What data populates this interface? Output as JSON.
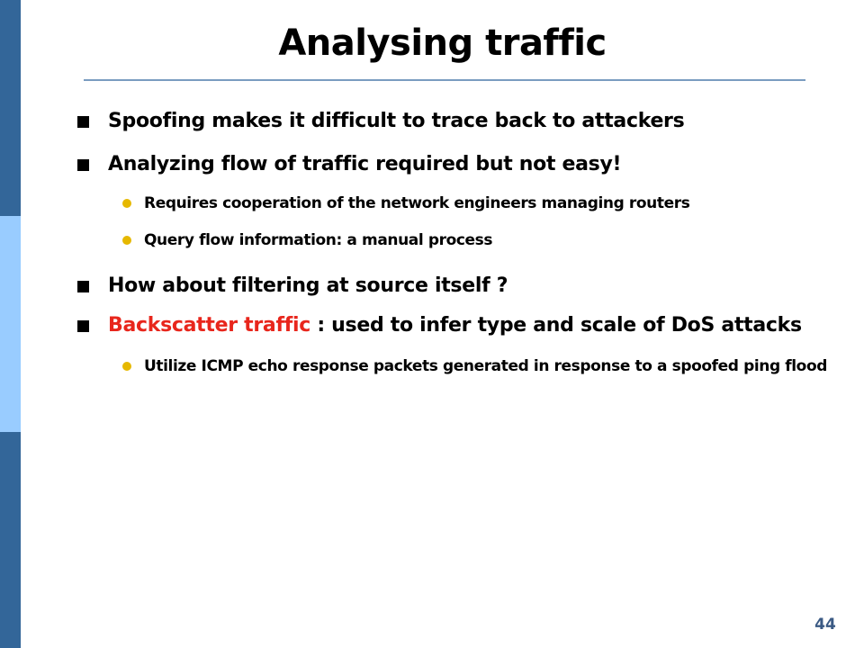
{
  "slide": {
    "title": "Analysing traffic",
    "page_number": "44"
  },
  "colors": {
    "title_rule": "#7a9cc0",
    "side_bar_dark": "#336699",
    "side_bar_light": "#99ccff",
    "level1_bullet": "#000000",
    "level2_bullet": "#e6b800",
    "highlight_text": "#e8261c",
    "page_number": "#3b5a84"
  },
  "bullets": [
    {
      "level": 1,
      "text": "Spoofing makes it difficult to trace back to attackers"
    },
    {
      "level": 1,
      "text": "Analyzing flow of traffic required but not easy!"
    },
    {
      "level": 2,
      "text": "Requires cooperation of the network engineers managing routers"
    },
    {
      "level": 2,
      "text": "Query flow information: a manual process"
    },
    {
      "level": 1,
      "text": "How about filtering at source itself ?"
    },
    {
      "level": 1,
      "highlight": "Backscatter traffic",
      "text": " : used to infer type and scale of DoS attacks"
    },
    {
      "level": 2,
      "text": "Utilize ICMP echo response packets generated in response to a spoofed ping flood"
    }
  ]
}
